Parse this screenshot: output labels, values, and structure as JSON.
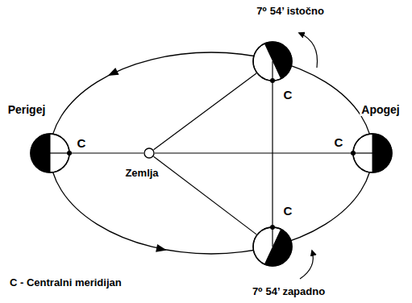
{
  "diagram": {
    "nodes": [
      {
        "text": [
          "Perigej",
          "C"
        ]
      },
      {
        "text": [
          "7⁰ 54’ istočno",
          "C"
        ]
      },
      {
        "text": [
          "Zemlja"
        ]
      },
      {
        "text": [
          "Apogej",
          "C"
        ]
      },
      {
        "text": [
          "C",
          "7⁰ 54’ zapadno"
        ]
      }
    ],
    "edges": [
      {
        "from": 0,
        "to": 2,
        "arrow": "none"
      },
      {
        "from": 2,
        "to": 3,
        "arrow": "none"
      },
      {
        "from": 2,
        "to": 1,
        "arrow": "none"
      },
      {
        "from": 2,
        "to": 4,
        "arrow": "none"
      },
      {
        "from": 1,
        "to": 4,
        "arrow": "none"
      }
    ],
    "labels": [
      "C - Centralni meridijan"
    ]
  }
}
